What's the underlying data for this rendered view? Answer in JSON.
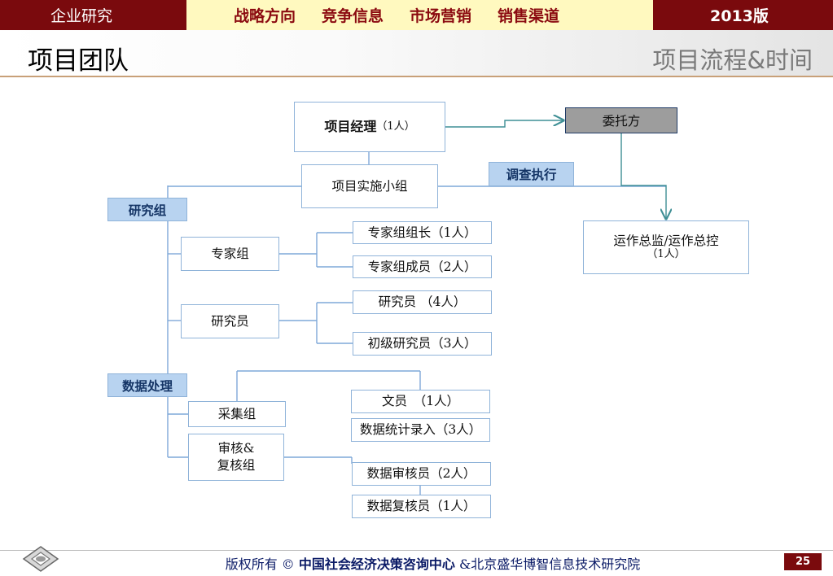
{
  "nav": {
    "left": "企业研究",
    "items": [
      "战略方向",
      "竞争信息",
      "市场营销",
      "销售渠道"
    ],
    "edition": "2013版"
  },
  "header": {
    "title": "项目团队",
    "subtitle": "项目流程&时间"
  },
  "org": {
    "pm_label": "项目经理",
    "pm_count": "（1人）",
    "client": "委托方",
    "impl_group": "项目实施小组",
    "survey_exec": "调查执行",
    "ops_line1": "运作总监/运作总控",
    "ops_line2": "（1人）",
    "research_group": "研究组",
    "expert_group": "专家组",
    "expert_leader": "专家组组长（1人）",
    "expert_member": "专家组成员（2人）",
    "researcher": "研究员",
    "researcher_count": "研究员 （4人）",
    "junior_researcher": "初级研究员（3人）",
    "data_processing": "数据处理",
    "collection_group": "采集组",
    "review_line1": "审核&",
    "review_line2": "复核组",
    "clerk": "文员　（1人）",
    "data_entry": "数据统计录入（3人）",
    "data_reviewer": "数据审核员（2人）",
    "data_rechecker": "数据复核员（1人）"
  },
  "footer": {
    "prefix": "版权所有 © ",
    "org1": "中国社会经济决策咨询中心",
    "suffix": " &北京盛华博智信息技术研究院",
    "page": "25"
  },
  "colors": {
    "brand_red": "#7a0a0d",
    "nav_yellow": "#fff9bf",
    "box_border": "#8fb3d9",
    "tag_fill": "#b8d3f0",
    "connector_teal": "#3f8f95"
  }
}
